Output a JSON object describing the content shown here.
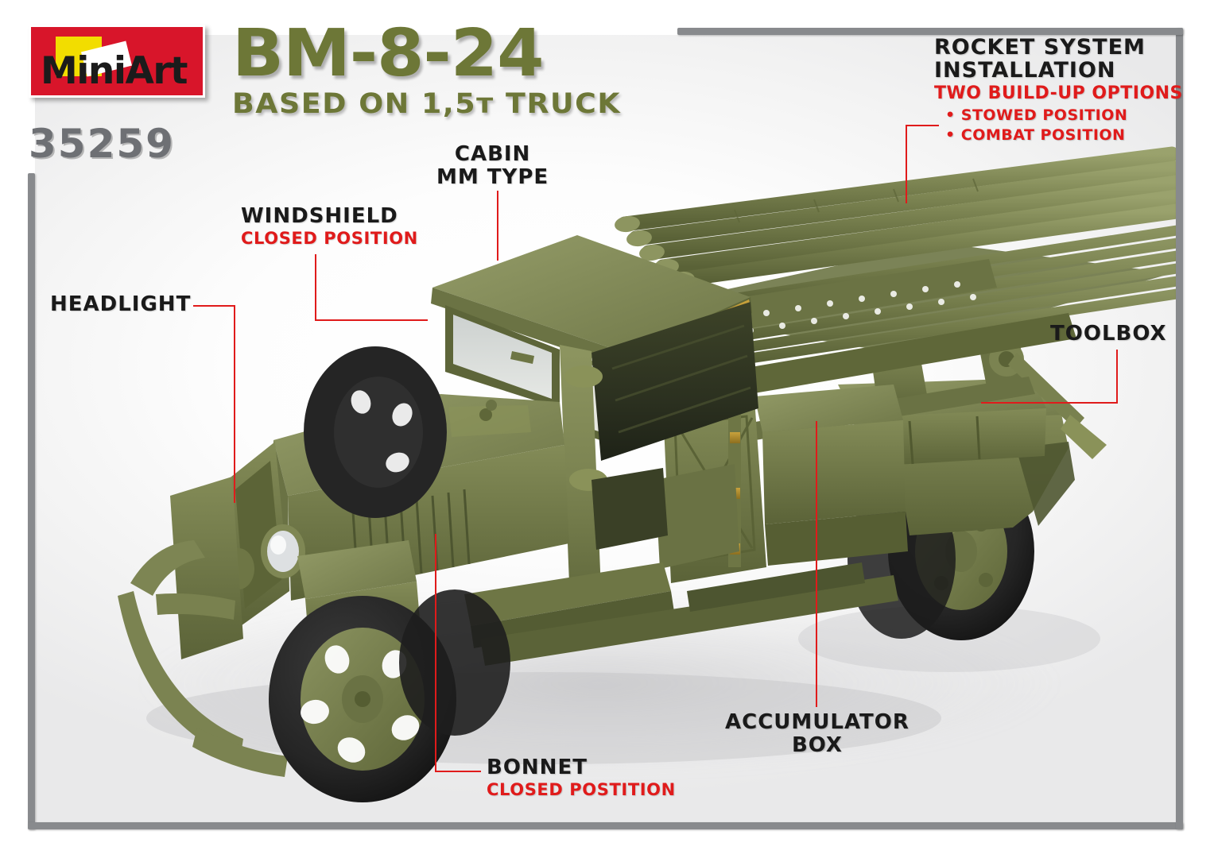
{
  "brand": {
    "name": "MiniArt",
    "kit_number": "35259",
    "logo_red": "#d8152a",
    "logo_yellow": "#f2dd00"
  },
  "title": {
    "main": "BM-8-24",
    "subtitle": "BASED ON 1,5т TRUCK",
    "color": "#6d7737"
  },
  "annotations": {
    "rocket_system": {
      "line1": "ROCKET SYSTEM",
      "line2": "INSTALLATION",
      "options_heading": "TWO BUILD-UP OPTIONS",
      "options": [
        "• STOWED POSITION",
        "• COMBAT POSITION"
      ]
    },
    "cabin": {
      "line1": "CABIN",
      "line2": "MM TYPE"
    },
    "windshield": {
      "title": "WINDSHIELD",
      "state": "CLOSED POSITION"
    },
    "headlight": {
      "title": "HEADLIGHT"
    },
    "toolbox": {
      "title": "TOOLBOX"
    },
    "accumulator_box": {
      "line1": "ACCUMULATOR",
      "line2": "BOX"
    },
    "bonnet": {
      "title": "BONNET",
      "state": "CLOSED POSTITION"
    }
  },
  "colors": {
    "accent_red": "#e01b1b",
    "label_black": "#1a1a1a",
    "frame_gray": "#888a8d",
    "model_green": "#7b8351",
    "model_green_dark": "#5d6639",
    "tire_black": "#2b2b2b",
    "background": "#ffffff"
  },
  "subject": {
    "type": "scale model photograph",
    "description": "BM-8-24 rocket launcher on 1,5t truck chassis, three-quarter front-left view",
    "rocket_rail_count": 12
  }
}
